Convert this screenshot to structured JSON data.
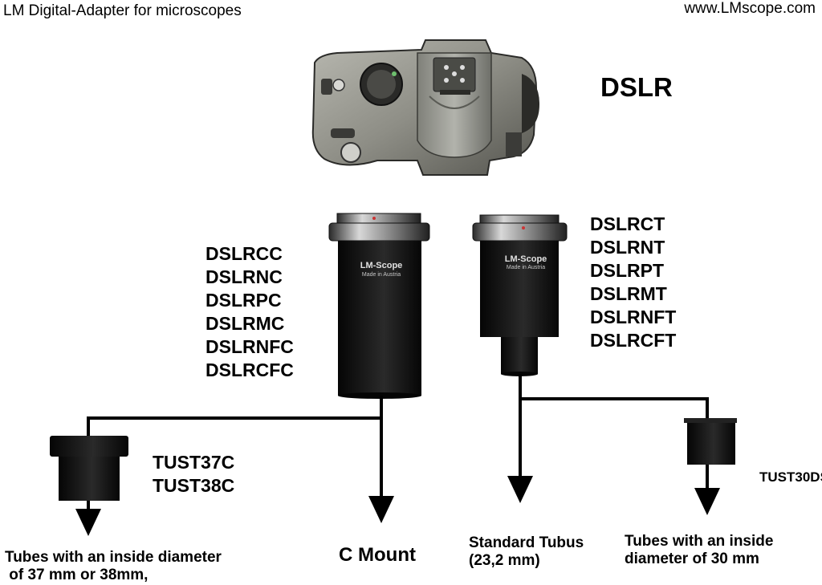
{
  "header": {
    "title": "LM Digital-Adapter for microscopes",
    "website": "www.LMscope.com"
  },
  "camera": {
    "label": "DSLR"
  },
  "adapter_c": {
    "brand": "LM-Scope",
    "subtext": "Made in Austria",
    "codes": [
      "DSLRCC",
      "DSLRNC",
      "DSLRPC",
      "DSLRMC",
      "DSLRNFC",
      "DSLRCFC"
    ]
  },
  "adapter_t": {
    "brand": "LM-Scope",
    "subtext": "Made in Austria",
    "codes": [
      "DSLRCT",
      "DSLRNT",
      "DSLRPT",
      "DSLRMT",
      "DSLRNFT",
      "DSLRCFT"
    ]
  },
  "tube_37": {
    "codes": [
      "TUST37C",
      "TUST38C"
    ],
    "caption_line1": "Tubes with an inside diameter",
    "caption_line2": " of 37 mm or 38mm,"
  },
  "c_mount": {
    "label": "C Mount"
  },
  "standard_tubus": {
    "line1": "Standard Tubus",
    "line2": "(23,2 mm)"
  },
  "tube_30": {
    "code": "TUST30DS",
    "caption_line1": "Tubes with an inside",
    "caption_line2": "diameter of 30 mm"
  }
}
